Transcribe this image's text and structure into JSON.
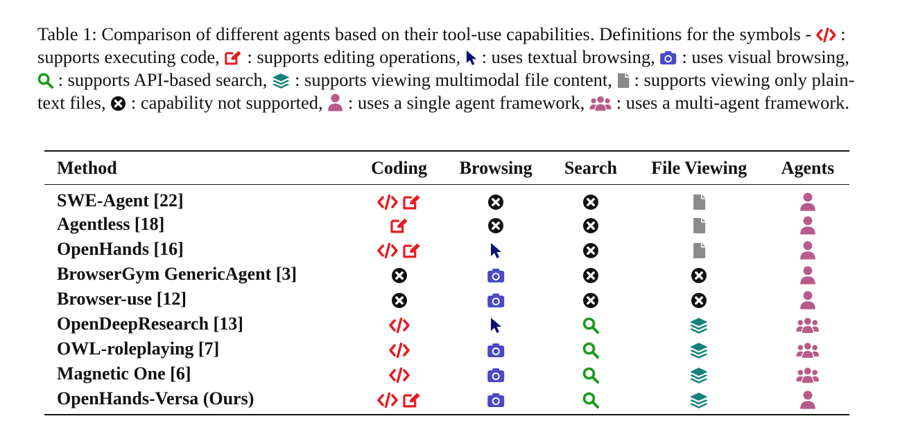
{
  "caption": {
    "lead": "Table 1: Comparison of different agents based on their tool-use capabilities. Definitions for the symbols - ",
    "legend": [
      {
        "icon": "code-icon",
        "text": " : supports executing code, "
      },
      {
        "icon": "edit-icon",
        "text": " : supports editing operations, "
      },
      {
        "icon": "cursor-icon",
        "text": " : uses textual browsing, "
      },
      {
        "icon": "camera-icon",
        "text": " : uses visual browsing, "
      },
      {
        "icon": "search-icon",
        "text": " : supports API-based search, "
      },
      {
        "icon": "layers-icon",
        "text": " : supports viewing multimodal file content, "
      },
      {
        "icon": "file-icon",
        "text": " : supports viewing only plain-text files, "
      },
      {
        "icon": "x-circle-icon",
        "text": " : capability not supported, "
      },
      {
        "icon": "user-icon",
        "text": " : uses a single agent framework, "
      },
      {
        "icon": "users-icon",
        "text": " : uses a multi-agent framework."
      }
    ]
  },
  "table": {
    "headers": [
      "Method",
      "Coding",
      "Browsing",
      "Search",
      "File Viewing",
      "Agents"
    ],
    "rows": [
      {
        "method": "SWE-Agent [22]",
        "coding": [
          "code-icon",
          "edit-icon"
        ],
        "browsing": [
          "x-circle-icon"
        ],
        "search": [
          "x-circle-icon"
        ],
        "file": [
          "file-icon"
        ],
        "agents": [
          "user-icon"
        ]
      },
      {
        "method": "Agentless [18]",
        "coding": [
          "edit-icon"
        ],
        "browsing": [
          "x-circle-icon"
        ],
        "search": [
          "x-circle-icon"
        ],
        "file": [
          "file-icon"
        ],
        "agents": [
          "user-icon"
        ]
      },
      {
        "method": "OpenHands [16]",
        "coding": [
          "code-icon",
          "edit-icon"
        ],
        "browsing": [
          "cursor-icon"
        ],
        "search": [
          "x-circle-icon"
        ],
        "file": [
          "file-icon"
        ],
        "agents": [
          "user-icon"
        ]
      },
      {
        "method": "BrowserGym GenericAgent [3]",
        "coding": [
          "x-circle-icon"
        ],
        "browsing": [
          "camera-icon"
        ],
        "search": [
          "x-circle-icon"
        ],
        "file": [
          "x-circle-icon"
        ],
        "agents": [
          "user-icon"
        ]
      },
      {
        "method": "Browser-use [12]",
        "coding": [
          "x-circle-icon"
        ],
        "browsing": [
          "camera-icon"
        ],
        "search": [
          "x-circle-icon"
        ],
        "file": [
          "x-circle-icon"
        ],
        "agents": [
          "user-icon"
        ]
      },
      {
        "method": "OpenDeepResearch [13]",
        "coding": [
          "code-icon"
        ],
        "browsing": [
          "cursor-icon"
        ],
        "search": [
          "search-icon"
        ],
        "file": [
          "layers-icon"
        ],
        "agents": [
          "users-icon"
        ]
      },
      {
        "method": "OWL-roleplaying [7]",
        "coding": [
          "code-icon"
        ],
        "browsing": [
          "camera-icon"
        ],
        "search": [
          "search-icon"
        ],
        "file": [
          "layers-icon"
        ],
        "agents": [
          "users-icon"
        ]
      },
      {
        "method": "Magnetic One [6]",
        "coding": [
          "code-icon"
        ],
        "browsing": [
          "camera-icon"
        ],
        "search": [
          "search-icon"
        ],
        "file": [
          "layers-icon"
        ],
        "agents": [
          "users-icon"
        ]
      },
      {
        "method": "OpenHands-Versa (Ours)",
        "coding": [
          "code-icon",
          "edit-icon"
        ],
        "browsing": [
          "camera-icon"
        ],
        "search": [
          "search-icon"
        ],
        "file": [
          "layers-icon"
        ],
        "agents": [
          "user-icon"
        ]
      }
    ]
  },
  "colors": {
    "code": "#e8191f",
    "edit": "#e8191f",
    "cursor": "#0a1170",
    "camera": "#4a4ac8",
    "search": "#1a9a1a",
    "layers": "#16837a",
    "file": "#8a8a8a",
    "x": "#111111",
    "user": "#b85a8a"
  }
}
